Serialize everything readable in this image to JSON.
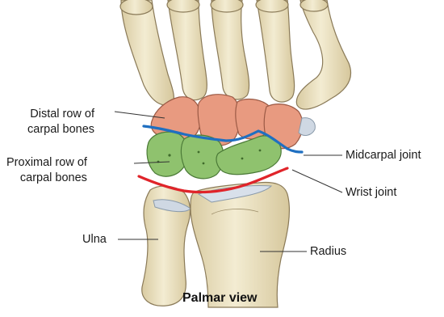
{
  "labels": {
    "distal_row": [
      "Distal row of",
      "carpal bones"
    ],
    "proximal_row": [
      "Proximal row of",
      "carpal bones"
    ],
    "ulna": "Ulna",
    "midcarpal_joint": "Midcarpal joint",
    "wrist_joint": "Wrist joint",
    "radius": "Radius"
  },
  "caption": "Palmar view",
  "colors": {
    "bone": "#ece2c2",
    "bone_outline": "#8a7a58",
    "distal_row": "#e89a80",
    "proximal_row": "#8fc26e",
    "midcarpal_line": "#1f6fc1",
    "wrist_line": "#e0242a",
    "cartilage": "#cfd8e3"
  }
}
